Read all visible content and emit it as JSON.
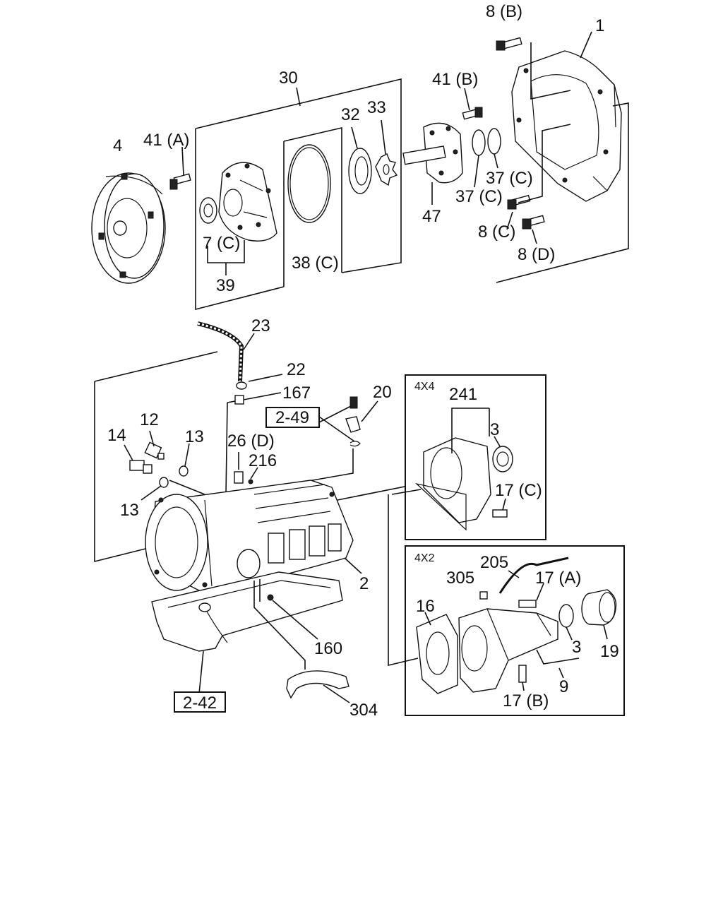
{
  "callouts": {
    "c1": "1",
    "c8b": "8 (B)",
    "c30": "30",
    "c41b": "41 (B)",
    "c32": "32",
    "c33": "33",
    "c4": "4",
    "c41a": "41 (A)",
    "c37c_a": "37 (C)",
    "c37c_b": "37 (C)",
    "c47": "47",
    "c8c": "8 (C)",
    "c8d": "8 (D)",
    "c7c": "7 (C)",
    "c38c": "38 (C)",
    "c39": "39",
    "c23": "23",
    "c22": "22",
    "c167": "167",
    "c20": "20",
    "c12": "12",
    "c14": "14",
    "c13a": "13",
    "c13b": "13",
    "c26d": "26 (D)",
    "c216": "216",
    "c2": "2",
    "c160": "160",
    "c304": "304",
    "c241": "241",
    "c3a": "3",
    "c17c": "17 (C)",
    "c205": "205",
    "c305": "305",
    "c17a": "17 (A)",
    "c16": "16",
    "c3b": "3",
    "c19": "19",
    "c9": "9",
    "c17b": "17 (B)"
  },
  "refs": {
    "r249": "2-49",
    "r242": "2-42"
  },
  "panels": {
    "p4x4": "4X4",
    "p4x2": "4X2"
  }
}
